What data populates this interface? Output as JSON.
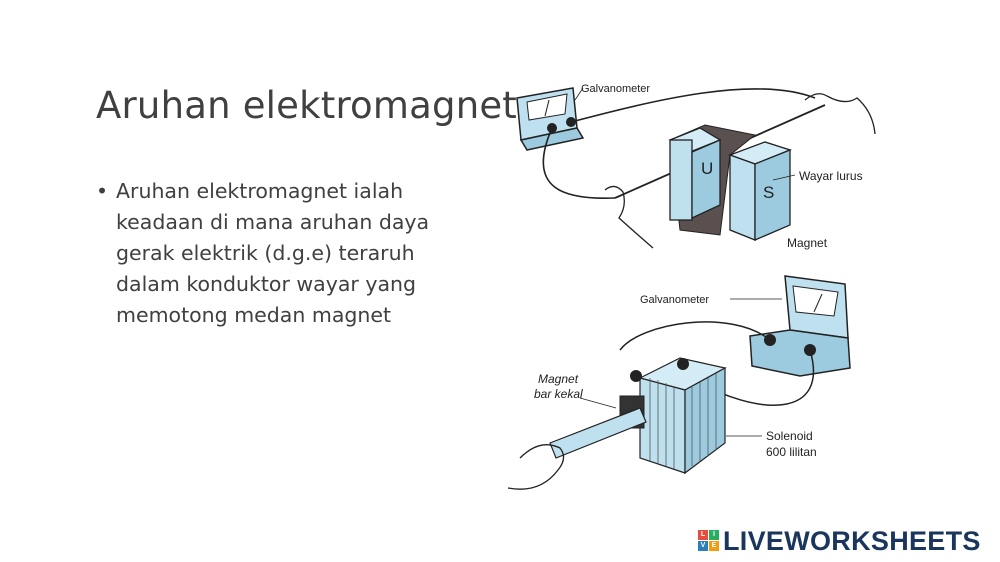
{
  "slide": {
    "title": "Aruhan elektromagnet",
    "bullets": [
      "Aruhan elektromagnet ialah keadaan di mana aruhan daya gerak elektrik (d.g.e) teraruh dalam konduktor wayar yang memotong medan magnet"
    ],
    "bullet_symbol": "•"
  },
  "figure_top": {
    "galvanometer_label": "Galvanometer",
    "wire_label": "Wayar lurus",
    "magnet_label": "Magnet",
    "pole_u": "U",
    "pole_s": "S"
  },
  "figure_bottom": {
    "galvanometer_label": "Galvanometer",
    "magnet_label_line1": "Magnet",
    "magnet_label_line2": "bar kekal",
    "solenoid_label_line1": "Solenoid",
    "solenoid_label_line2": "600 lilitan"
  },
  "branding": {
    "name": "LIVEWORKSHEETS",
    "mark_letters": [
      "L",
      "I",
      "V",
      "E"
    ],
    "colors": {
      "text": "#1b365d",
      "mark": [
        "#e74c3c",
        "#27ae60",
        "#2980b9",
        "#f39c12"
      ]
    }
  },
  "colors": {
    "apparatus_fill": "#bfe0ef",
    "magnet_dark": "#5a5050",
    "text": "#404040"
  }
}
